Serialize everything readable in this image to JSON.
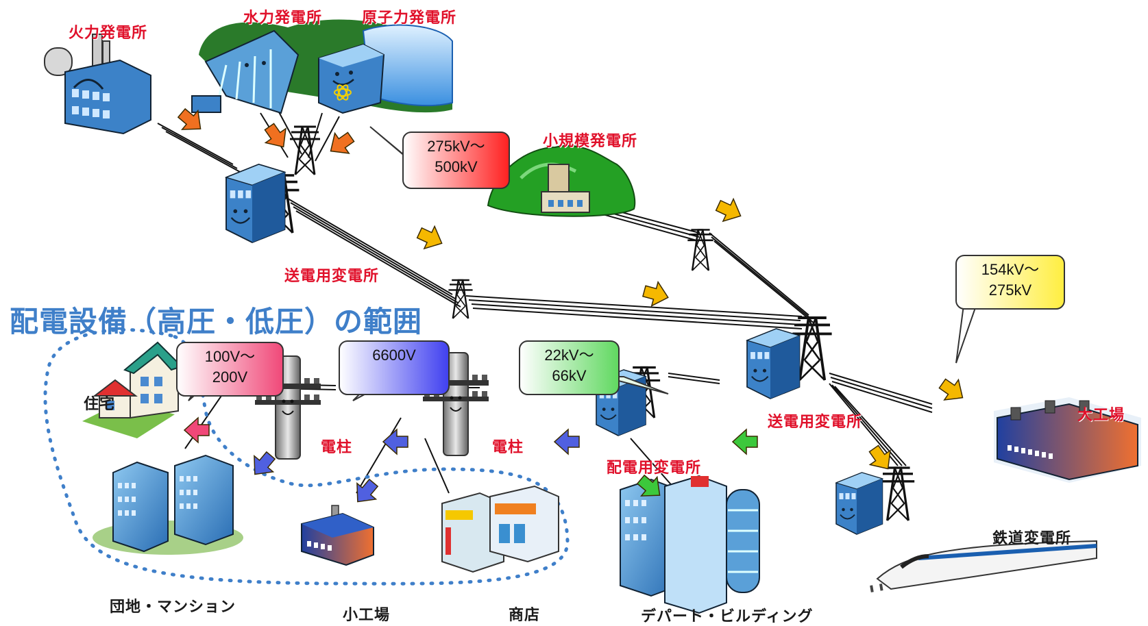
{
  "title": "配電設備（高圧・低圧）の範囲",
  "facilities": {
    "thermal": "火力発電所",
    "hydro": "水力発電所",
    "nuclear": "原子力発電所",
    "small_scale": "小規模発電所",
    "transmission_sub_1": "送電用変電所",
    "transmission_sub_2": "送電用変電所",
    "distribution_sub": "配電用変電所",
    "pole_1": "電柱",
    "pole_2": "電柱",
    "house": "住宅",
    "apartments": "団地・マンション",
    "small_factory": "小工場",
    "shops": "商店",
    "department_store": "デパート・ビルディング",
    "large_factory": "大工場",
    "railway_sub": "鉄道変電所"
  },
  "voltages": {
    "ultra_high": [
      "275kV～",
      "500kV"
    ],
    "extra_high": [
      "154kV～",
      "275kV"
    ],
    "special_high": [
      "22kV～",
      "66kV"
    ],
    "high": [
      "6600V"
    ],
    "low": [
      "100V～",
      "200V"
    ]
  },
  "colors": {
    "title_blue": "#3f7fc9",
    "label_red": "#e0102a",
    "arrow_orange": "#f07020",
    "arrow_yellow": "#f5b800",
    "arrow_green": "#3cc83c",
    "arrow_blue": "#5060e0",
    "arrow_pink": "#f04878",
    "dotted_boundary": "#3f7fc9"
  }
}
